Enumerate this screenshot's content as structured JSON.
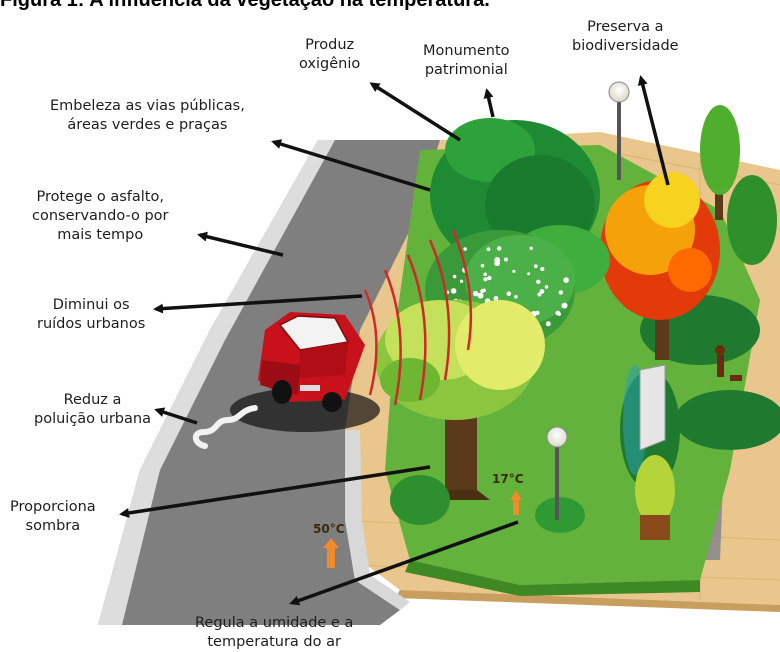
{
  "title": "Figura 1: A influência da vegetação na temperatura.",
  "labels": {
    "oxygen": [
      "Produz",
      "oxigênio"
    ],
    "monument": [
      "Monumento",
      "patrimonial"
    ],
    "biodiversity": [
      "Preserva a",
      "biodiversidade"
    ],
    "beautify": [
      "Embeleza as vias públicas,",
      "áreas verdes e praças"
    ],
    "asphalt": [
      "Protege o asfalto,",
      "conservando-o por",
      "mais tempo"
    ],
    "noise": [
      "Diminui os",
      "ruídos urbanos"
    ],
    "pollution": [
      "Reduz a",
      "poluição urbana"
    ],
    "shade": [
      "Proporciona",
      "sombra"
    ],
    "humidity": [
      "Regula a umidade e a",
      "temperatura do ar"
    ]
  },
  "temperatures": {
    "street": "50°C",
    "park": "17°C"
  },
  "colors": {
    "road": "#808080",
    "sidewalk": "#e9c68c",
    "lawn": "#62b23c",
    "tree_dark": "#1f7a2f",
    "car": "#c8111b",
    "arrow": "#111111"
  }
}
